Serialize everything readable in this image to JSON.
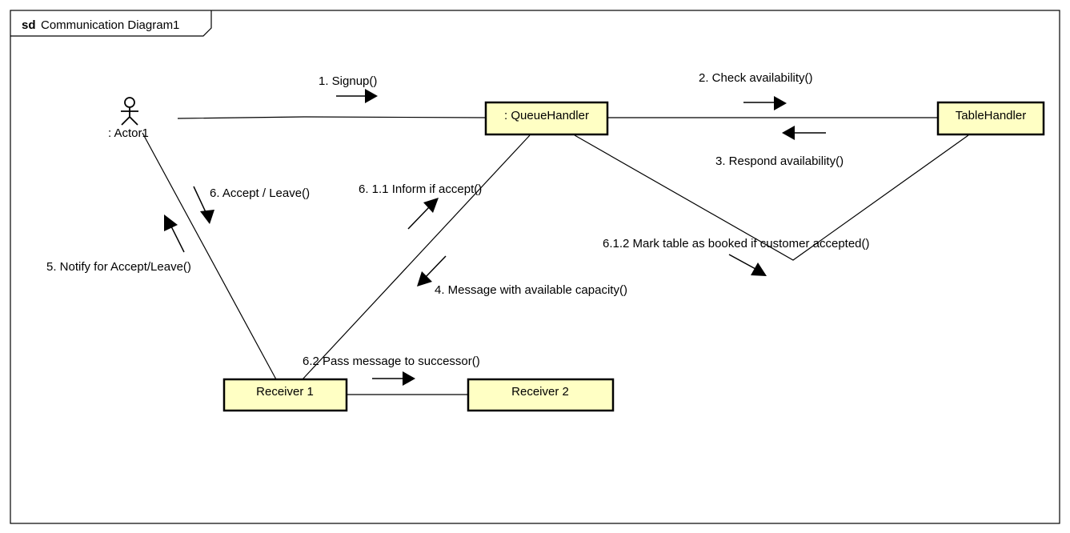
{
  "frame": {
    "keyword": "sd",
    "name": "Communication Diagram1"
  },
  "actor": {
    "label": ": Actor1",
    "icon": "stick-figure-icon"
  },
  "nodes": {
    "queue_handler": ": QueueHandler",
    "table_handler": "TableHandler",
    "receiver1": "Receiver 1",
    "receiver2": "Receiver 2"
  },
  "messages": {
    "m1": "1. Signup()",
    "m2": "2. Check availability()",
    "m3": "3. Respond availability()",
    "m4": "4. Message with available capacity()",
    "m5": "5. Notify for Accept/Leave()",
    "m6": "6. Accept / Leave()",
    "m6_1_1": "6. 1.1 Inform if accept()",
    "m6_1_2": "6.1.2 Mark table as booked if customer accepted()",
    "m6_2": "6.2 Pass message to successor()"
  },
  "colors": {
    "lifeline_fill": "#ffffc4",
    "stroke": "#000000",
    "background": "#ffffff"
  }
}
